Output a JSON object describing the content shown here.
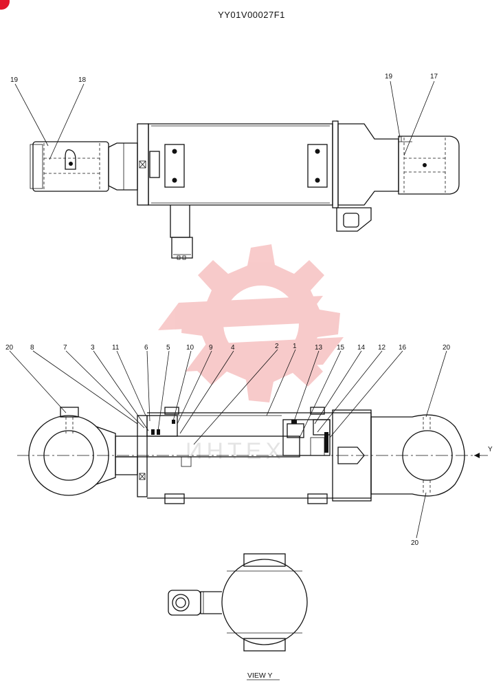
{
  "drawing": {
    "code": "YY01V00027F1",
    "view_label": "VIEW  Y",
    "direction_marker": "Y",
    "watermark_text": "ИНТЕХ",
    "colors": {
      "line": "#111111",
      "watermark": "#f4a8a8",
      "badge": "#e2162b"
    }
  },
  "callouts_top": [
    {
      "text": "19"
    },
    {
      "text": "18"
    },
    {
      "text": "19"
    },
    {
      "text": "17"
    }
  ],
  "callouts_section": [
    {
      "text": "20"
    },
    {
      "text": "8"
    },
    {
      "text": "7"
    },
    {
      "text": "3"
    },
    {
      "text": "11"
    },
    {
      "text": "6"
    },
    {
      "text": "5"
    },
    {
      "text": "10"
    },
    {
      "text": "9"
    },
    {
      "text": "4"
    },
    {
      "text": "2"
    },
    {
      "text": "1"
    },
    {
      "text": "13"
    },
    {
      "text": "15"
    },
    {
      "text": "14"
    },
    {
      "text": "12"
    },
    {
      "text": "16"
    },
    {
      "text": "20"
    },
    {
      "text": "20"
    }
  ]
}
